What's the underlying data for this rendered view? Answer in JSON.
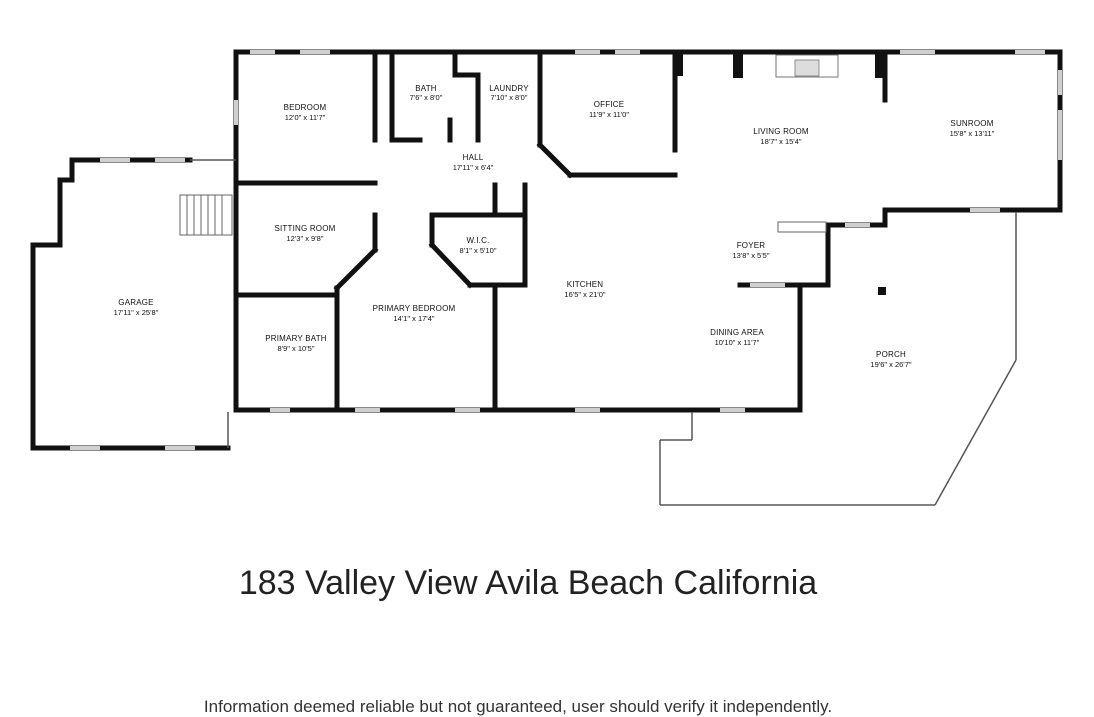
{
  "title": "183 Valley View Avila Beach California",
  "disclaimer": "Information deemed reliable but not guaranteed, user should verify it independently.",
  "rooms": {
    "bedroom": {
      "name": "BEDROOM",
      "dims": "12'0\" x 11'7\""
    },
    "bath": {
      "name": "BATH",
      "dims": "7'6\" x 8'0\""
    },
    "laundry": {
      "name": "LAUNDRY",
      "dims": "7'10\" x 8'0\""
    },
    "office": {
      "name": "OFFICE",
      "dims": "11'9\" x 11'0\""
    },
    "living_room": {
      "name": "LIVING ROOM",
      "dims": "18'7\" x 15'4\""
    },
    "sunroom": {
      "name": "SUNROOM",
      "dims": "15'8\" x 13'11\""
    },
    "hall": {
      "name": "HALL",
      "dims": "17'11\" x 6'4\""
    },
    "sitting_room": {
      "name": "SITTING ROOM",
      "dims": "12'3\" x 9'8\""
    },
    "wic": {
      "name": "W.I.C.",
      "dims": "8'1\" x 5'10\""
    },
    "foyer": {
      "name": "FOYER",
      "dims": "13'8\" x 5'5\""
    },
    "garage": {
      "name": "GARAGE",
      "dims": "17'11\" x 25'8\""
    },
    "primary_bedroom": {
      "name": "PRIMARY BEDROOM",
      "dims": "14'1\" x 17'4\""
    },
    "kitchen": {
      "name": "KITCHEN",
      "dims": "16'5\" x 21'0\""
    },
    "primary_bath": {
      "name": "PRIMARY BATH",
      "dims": "8'9\" x 10'5\""
    },
    "dining_area": {
      "name": "DINING AREA",
      "dims": "10'10\" x 11'7\""
    },
    "porch": {
      "name": "PORCH",
      "dims": "19'6\" x 26'7\""
    }
  },
  "colors": {
    "wall": "#111111",
    "window": "#cfcfcf",
    "text": "#111111",
    "title": "#222222"
  }
}
